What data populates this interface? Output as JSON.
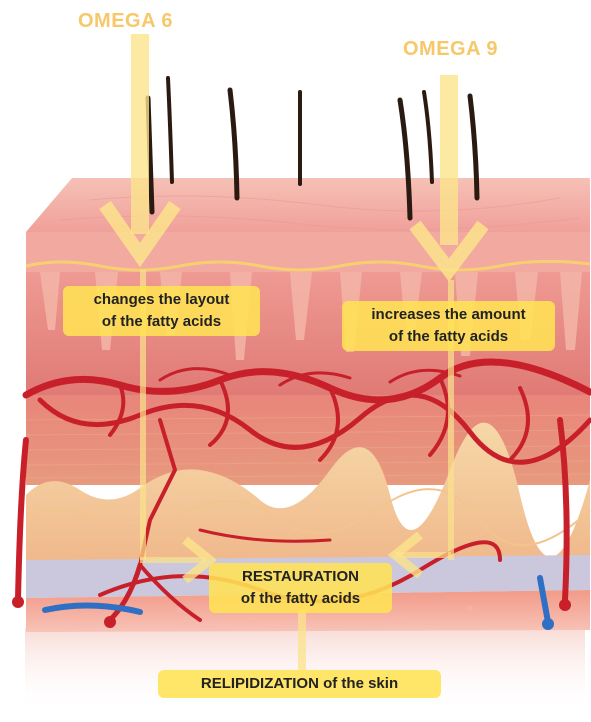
{
  "labels": {
    "omega6": "OMEGA 6",
    "omega9": "OMEGA 9",
    "omega6_effect": [
      "changes the layout",
      "of the fatty acids"
    ],
    "omega9_effect": [
      "increases the amount",
      "of the fatty acids"
    ],
    "restauration": [
      "RESTAURATION",
      "of the fatty acids"
    ],
    "relipidization": "RELIPIDIZATION of the skin"
  },
  "colors": {
    "omega_text": "#f7c86a",
    "arrow": "#fbe38b",
    "label_bg": "#ffe254",
    "skin_top": "#f3a6a0",
    "epidermis": "#e88b86",
    "dermis": "#dd6f69",
    "vessel": "#c8202a",
    "fat_layer": "#f3cf9a",
    "fascia": "#c9c6dc",
    "muscle": "#ef8f80",
    "vein_blue": "#2f6fc4",
    "hair": "#2b1a12"
  },
  "icons": [
    "hair-strand",
    "blood-vessel",
    "skin-block"
  ]
}
